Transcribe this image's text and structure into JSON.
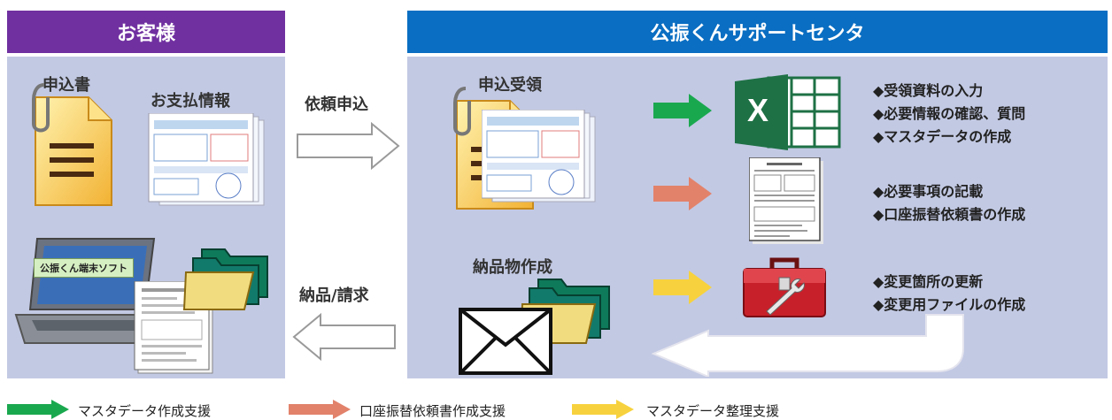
{
  "customer": {
    "header": "お客様",
    "application_label": "申込書",
    "payment_label": "お支払情報",
    "software_tag": "公振くん端末ソフト"
  },
  "support": {
    "header": "公振くんサポートセンタ",
    "receipt_label": "申込受領",
    "delivery_label": "納品物作成",
    "excel_letter": "X"
  },
  "flow": {
    "request": "依頼申込",
    "deliver": "納品/請求"
  },
  "tasks": {
    "green": [
      "◆受領資料の入力",
      "◆必要情報の確認、質問",
      "◆マスタデータの作成"
    ],
    "salmon": [
      "◆必要事項の記載",
      "◆口座振替依頼書の作成"
    ],
    "yellow": [
      "◆変更箇所の更新",
      "◆変更用ファイルの作成"
    ]
  },
  "legend": [
    {
      "label": "マスタデータ作成支援",
      "color": "#1aa84f"
    },
    {
      "label": "口座振替依頼書作成支援",
      "color": "#e2826b"
    },
    {
      "label": "マスタデータ整理支援",
      "color": "#f7d23e"
    }
  ],
  "colors": {
    "customer_header": "#7030a0",
    "support_header": "#0a6ec2",
    "panel": "#c2c9e3"
  }
}
